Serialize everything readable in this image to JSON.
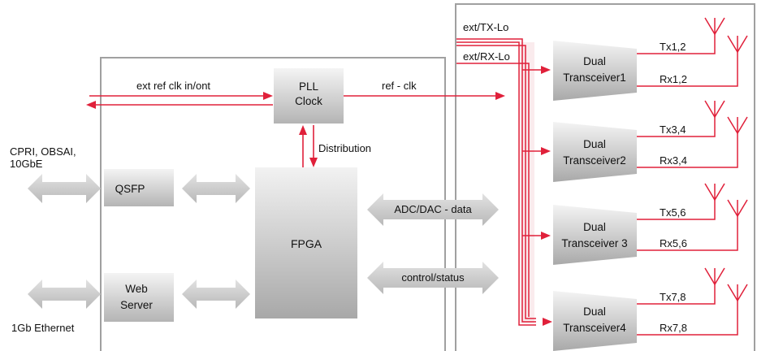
{
  "left_labels": {
    "protocols_line1": "CPRI, OBSAI,",
    "protocols_line2": "10GbE",
    "ethernet": "1Gb Ethernet"
  },
  "blocks": {
    "pll_line1": "PLL",
    "pll_line2": "Clock",
    "qsfp": "QSFP",
    "fpga": "FPGA",
    "web_line1": "Web",
    "web_line2": "Server"
  },
  "signals": {
    "ext_ref_clk": "ext ref clk in/ont",
    "ref_clk": "ref - clk",
    "distribution": "Distribution",
    "adc_dac": "ADC/DAC - data",
    "control_status": "control/status",
    "ext_tx_lo": "ext/TX-Lo",
    "ext_rx_lo": "ext/RX-Lo"
  },
  "transceivers": [
    {
      "line1": "Dual",
      "line2": "Transceiver1",
      "tx": "Tx1,2",
      "rx": "Rx1,2"
    },
    {
      "line1": "Dual",
      "line2": "Transceiver2",
      "tx": "Tx3,4",
      "rx": "Rx3,4"
    },
    {
      "line1": "Dual",
      "line2": "Transceiver 3",
      "tx": "Tx5,6",
      "rx": "Rx5,6"
    },
    {
      "line1": "Dual",
      "line2": "Transceiver4",
      "tx": "Tx7,8",
      "rx": "Rx7,8"
    }
  ],
  "colors": {
    "signal_red": "#e0203a",
    "box_border": "#a0a0a0",
    "block_gradient_top": "#f4f4f4",
    "block_gradient_bottom": "#b4b4b4",
    "connector_gray": "#c8c8c8"
  }
}
